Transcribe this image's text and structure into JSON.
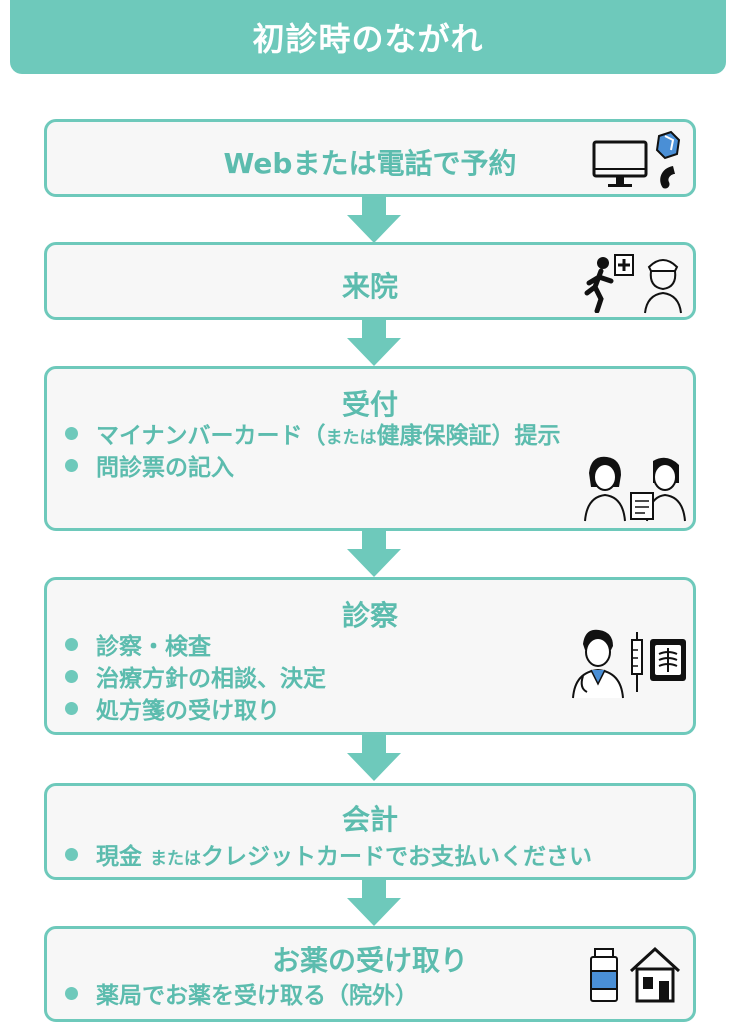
{
  "header": {
    "title": "初診時のながれ"
  },
  "steps": [
    {
      "title": "Webまたは電話で予約",
      "icons": [
        "monitor-icon",
        "smartphone-icon"
      ]
    },
    {
      "title": "来院",
      "icons": [
        "walking-patient-icon",
        "hospital-sign-icon",
        "nurse-icon"
      ]
    },
    {
      "title": "受付",
      "items": [
        {
          "main": "マイナンバーカード（",
          "small": "または",
          "rest": "健康保険証）提示"
        },
        {
          "main": "問診票の記入"
        }
      ],
      "icons": [
        "receptionist-icon",
        "patient-with-clipboard-icon"
      ]
    },
    {
      "title": "診察",
      "items": [
        {
          "main": "診察・検査"
        },
        {
          "main": "治療方針の相談、決定"
        },
        {
          "main": "処方箋の受け取り"
        }
      ],
      "icons": [
        "doctor-icon",
        "syringe-icon",
        "xray-icon"
      ]
    },
    {
      "title": "会計",
      "items": [
        {
          "main": "現金 ",
          "small": "または",
          "rest": "クレジットカードでお支払いください"
        }
      ]
    },
    {
      "title": "お薬の受け取り",
      "items": [
        {
          "main": "薬局でお薬を受け取る（院外）"
        }
      ],
      "icons": [
        "medicine-bottle-icon",
        "pharmacy-house-icon"
      ]
    }
  ],
  "colors": {
    "accent": "#6ec9bb",
    "text": "#5cbcae",
    "box_bg": "#f7f7f7"
  }
}
